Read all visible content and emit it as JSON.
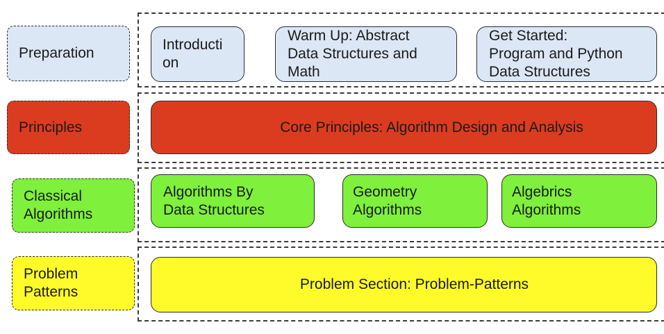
{
  "rows": [
    {
      "label": "Preparation",
      "items": [
        "Introducti\non",
        "Warm Up: Abstract\nData Structures and\nMath",
        "Get Started:\nProgram and Python\nData Structures"
      ]
    },
    {
      "label": "Principles",
      "items": [
        "Core Principles: Algorithm Design and Analysis"
      ]
    },
    {
      "label": "Classical\nAlgorithms",
      "items": [
        "Algorithms By\nData Structures",
        "Geometry\nAlgorithms",
        "Algebrics\nAlgorithms"
      ]
    },
    {
      "label": "Problem\nPatterns",
      "items": [
        "Problem Section: Problem-Patterns"
      ]
    }
  ],
  "colors": {
    "preparation": "#dbe7f5",
    "principles": "#db3c1f",
    "classical_algorithms": "#7ff03c",
    "problem_patterns": "#fffb2a"
  }
}
